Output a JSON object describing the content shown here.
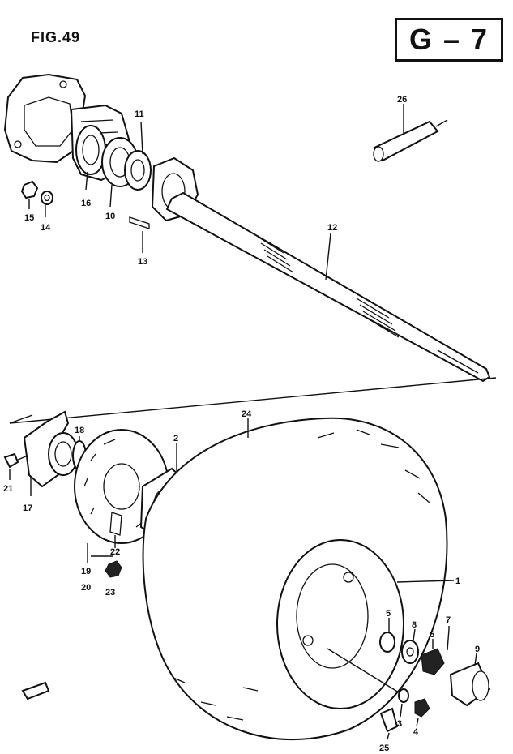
{
  "figure": {
    "title": "FIG.49",
    "section": "G – 7"
  },
  "callouts": {
    "c1": "1",
    "c2": "2",
    "c3": "3",
    "c4": "4",
    "c5": "5",
    "c6": "6",
    "c7": "7",
    "c8": "8",
    "c9": "9",
    "c10": "10",
    "c11": "11",
    "c12": "12",
    "c13": "13",
    "c14": "14",
    "c15": "15",
    "c16": "16",
    "c17": "17",
    "c18": "18",
    "c19": "19",
    "c20": "20",
    "c21": "21",
    "c22": "22",
    "c23": "23",
    "c24": "24",
    "c25": "25",
    "c26": "26"
  }
}
